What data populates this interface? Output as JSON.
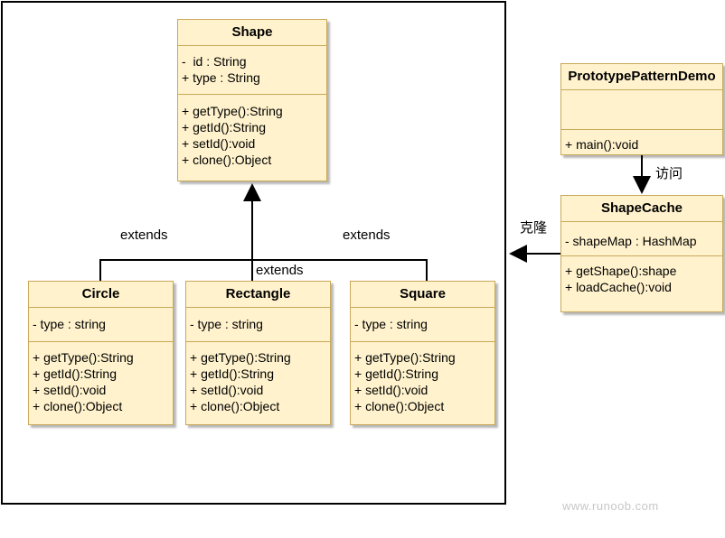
{
  "classes": {
    "shape": {
      "name": "Shape",
      "attributes": [
        "-  id : String",
        "+ type : String"
      ],
      "methods": [
        "+ getType():String",
        "+ getId():String",
        "+ setId():void",
        "+ clone():Object"
      ]
    },
    "circle": {
      "name": "Circle",
      "attributes": [
        "- type : string"
      ],
      "methods": [
        "+ getType():String",
        "+ getId():String",
        "+ setId():void",
        "+ clone():Object"
      ]
    },
    "rectangle": {
      "name": "Rectangle",
      "attributes": [
        "- type : string"
      ],
      "methods": [
        "+ getType():String",
        "+ getId():String",
        "+ setId():void",
        "+ clone():Object"
      ]
    },
    "square": {
      "name": "Square",
      "attributes": [
        "- type : string"
      ],
      "methods": [
        "+ getType():String",
        "+ getId():String",
        "+ setId():void",
        "+ clone():Object"
      ]
    },
    "demo": {
      "name": "PrototypePatternDemo",
      "attributes": [],
      "methods": [
        "+ main():void"
      ]
    },
    "cache": {
      "name": "ShapeCache",
      "attributes": [
        "- shapeMap : HashMap"
      ],
      "methods": [
        "+ getShape():shape",
        "+ loadCache():void"
      ]
    }
  },
  "edge_labels": {
    "extends_left": "extends",
    "extends_right": "extends",
    "extends_center": "extends",
    "access": "访问",
    "clone": "克隆"
  },
  "watermark": "www.runoob.com"
}
